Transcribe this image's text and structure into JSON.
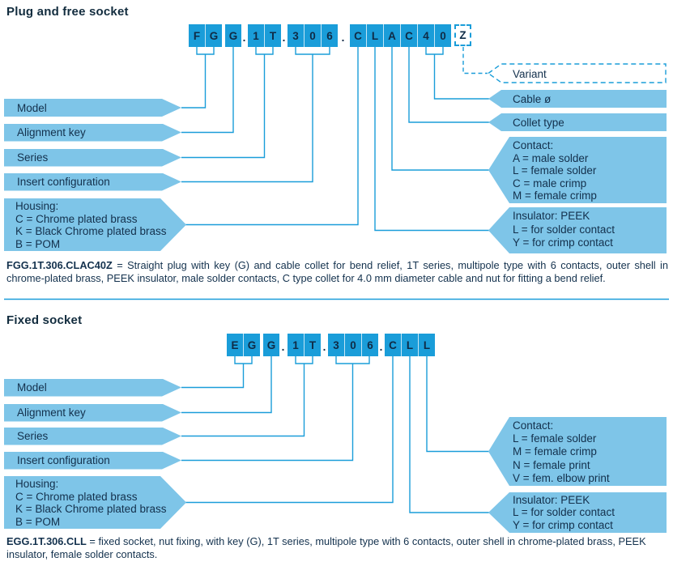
{
  "colors": {
    "box_cyan": "#1A9DD9",
    "label_blue": "#7EC5E8",
    "text_dark": "#14324E"
  },
  "plug": {
    "heading": "Plug and free socket",
    "code": {
      "dot": ".",
      "g_model": [
        "F",
        "G"
      ],
      "g_key": [
        "G"
      ],
      "g_series": [
        "1",
        "T"
      ],
      "g_insert": [
        "3",
        "0",
        "6"
      ],
      "g_body": [
        "C",
        "L",
        "A",
        "C",
        "4",
        "0"
      ],
      "variant": "Z"
    },
    "labels": {
      "model": "Model",
      "alignment_key": "Alignment key",
      "series": "Series",
      "insert_configuration": "Insert configuration",
      "variant": "Variant",
      "cable": "Cable ø",
      "collet": "Collet type"
    },
    "housing": [
      "Housing:",
      "C = Chrome plated brass",
      "K = Black Chrome plated brass",
      "B = POM"
    ],
    "contact": [
      "Contact:",
      "A = male solder",
      "L = female solder",
      "C = male crimp",
      "M = female crimp"
    ],
    "insulator": [
      "Insulator: PEEK",
      "L = for solder contact",
      "Y = for crimp contact"
    ],
    "description": {
      "code": "FGG.1T.306.CLAC40Z",
      "text": " = Straight plug with key (G) and cable collet for bend relief, 1T series, multipole type with 6 contacts, outer shell in chrome-plated brass, PEEK insulator, male solder contacts, C type collet for 4.0 mm diameter cable and nut for fitting a bend relief."
    }
  },
  "fixed": {
    "heading": "Fixed socket",
    "code": {
      "dot": ".",
      "g_model": [
        "E",
        "G"
      ],
      "g_key": [
        "G"
      ],
      "g_series": [
        "1",
        "T"
      ],
      "g_insert": [
        "3",
        "0",
        "6"
      ],
      "g_body": [
        "C",
        "L",
        "L"
      ]
    },
    "labels": {
      "model": "Model",
      "alignment_key": "Alignment key",
      "series": "Series",
      "insert_configuration": "Insert configuration"
    },
    "housing": [
      "Housing:",
      "C = Chrome plated brass",
      "K = Black Chrome plated brass",
      "B = POM"
    ],
    "contact": [
      "Contact:",
      "L = female solder",
      "M = female crimp",
      "N = female print",
      "V = fem. elbow print"
    ],
    "insulator": [
      "Insulator: PEEK",
      "L = for solder contact",
      "Y = for crimp contact"
    ],
    "description": {
      "code": "EGG.1T.306.CLL",
      "text": " = fixed socket, nut fixing, with key (G), 1T series, multipole type with 6 contacts, outer shell in chrome-plated brass, PEEK insulator, female solder contacts."
    }
  }
}
